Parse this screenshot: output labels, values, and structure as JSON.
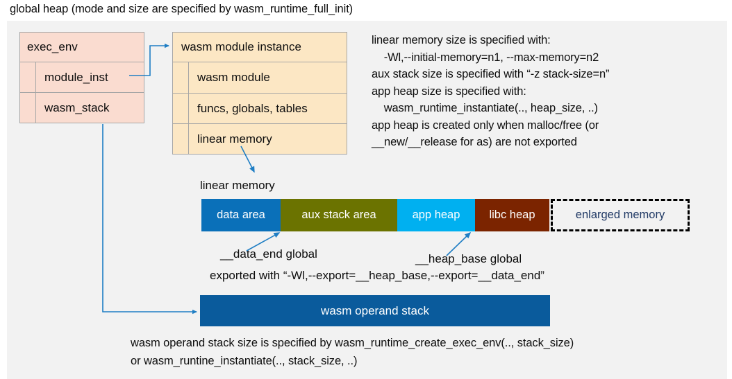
{
  "title": "global heap (mode and size are specified by wasm_runtime_full_init)",
  "exec_env": {
    "header": "exec_env",
    "rows": [
      {
        "label": "module_inst"
      },
      {
        "label": "wasm_stack"
      }
    ]
  },
  "module_instance": {
    "header": "wasm module instance",
    "rows": [
      {
        "label": "wasm module"
      },
      {
        "label": "funcs, globals, tables"
      },
      {
        "label": "linear memory"
      }
    ]
  },
  "spec_text": "linear memory size is specified with:\n    -Wl,--initial-memory=n1, --max-memory=n2\naux stack size is specified with “-z stack-size=n”\napp heap size is specified with:\n    wasm_runtime_instantiate(.., heap_size, ..)\napp heap is created only when malloc/free (or\n__new/__release for as) are not exported",
  "linear_memory": {
    "caption": "linear memory",
    "segments": [
      {
        "label": "data area",
        "color": "#0a70b9",
        "text_color": "#ffffff"
      },
      {
        "label": "aux stack area",
        "color": "#6b7300",
        "text_color": "#ffffff"
      },
      {
        "label": "app heap",
        "color": "#00b0f0",
        "text_color": "#ffffff"
      },
      {
        "label": "libc heap",
        "color": "#7b2400",
        "text_color": "#ffffff"
      },
      {
        "label": "enlarged memory",
        "color": "#f2f2f2",
        "text_color": "#1f3864"
      }
    ]
  },
  "annotations": {
    "data_end": "__data_end global",
    "heap_base": "__heap_base global",
    "exported": "exported with “-Wl,--export=__heap_base,--export=__data_end”"
  },
  "operand_stack": {
    "label": "wasm operand stack",
    "note": "wasm operand stack size is specified by wasm_runtime_create_exec_env(.., stack_size)\nor wasm_runtine_instantiate(.., stack_size, ..)"
  },
  "colors": {
    "accent_arrow": "#1f7ec4",
    "panel_background": "#f2f2f2",
    "exec_env_fill": "#fadcd0",
    "module_instance_fill": "#fce7c4",
    "operand_stack_fill": "#0a5b9c"
  }
}
